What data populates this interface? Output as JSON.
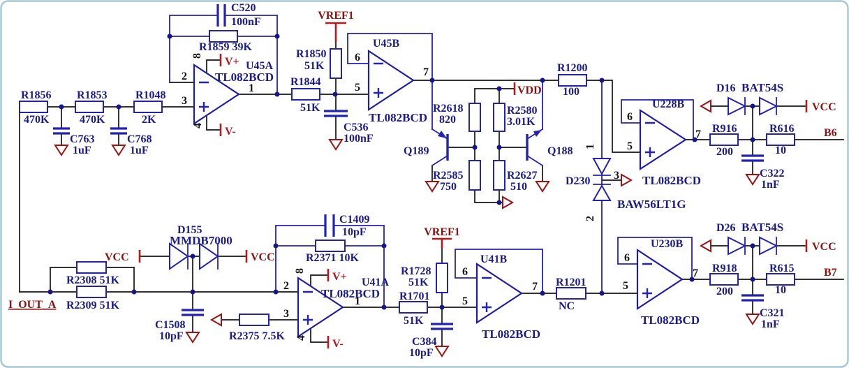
{
  "schematic": {
    "power": {
      "vref1": "VREF1",
      "vcc": "VCC",
      "vdd": "VDD",
      "vplus": "V+",
      "vminus": "V-"
    },
    "nets": {
      "i_out_a": "I_OUT_A",
      "b6": "B6",
      "b7": "B7"
    },
    "resistors": {
      "R1856": {
        "ref": "R1856",
        "val": "470K"
      },
      "R1853": {
        "ref": "R1853",
        "val": "470K"
      },
      "R1048": {
        "ref": "R1048",
        "val": "2K"
      },
      "R1859": {
        "label": "R1859 39K"
      },
      "R1844": {
        "ref": "R1844",
        "val": "51K"
      },
      "R1850": {
        "ref": "R1850",
        "val": "51K"
      },
      "R2618": {
        "ref": "R2618",
        "val": "820"
      },
      "R2580": {
        "ref": "R2580",
        "val": "3.01K"
      },
      "R2585": {
        "ref": "R2585",
        "val": "750"
      },
      "R2627": {
        "ref": "R2627",
        "val": "510"
      },
      "R1200": {
        "ref": "R1200",
        "val": "100"
      },
      "R916": {
        "ref": "R916",
        "val": "200"
      },
      "R616": {
        "ref": "R616",
        "val": "10"
      },
      "R918": {
        "ref": "R918",
        "val": "200"
      },
      "R615": {
        "ref": "R615",
        "val": "10"
      },
      "R1201": {
        "ref": "R1201",
        "val": "NC"
      },
      "R2308": {
        "label": "R2308 51K"
      },
      "R2309": {
        "label": "R2309 51K"
      },
      "R2375": {
        "label": "R2375 7.5K"
      },
      "R2371": {
        "label": "R2371 10K"
      },
      "R1701": {
        "ref": "R1701",
        "val": "51K"
      },
      "R1728": {
        "ref": "R1728",
        "val": "51K"
      }
    },
    "capacitors": {
      "C520": {
        "ref": "C520",
        "val": "100nF"
      },
      "C763": {
        "ref": "C763",
        "val": "1uF"
      },
      "C768": {
        "ref": "C768",
        "val": "1uF"
      },
      "C536": {
        "ref": "C536",
        "val": "100nF"
      },
      "C322": {
        "ref": "C322",
        "val": "1nF"
      },
      "C321": {
        "ref": "C321",
        "val": "1nF"
      },
      "C1508": {
        "ref": "C1508",
        "val": "10pF"
      },
      "C1409": {
        "ref": "C1409",
        "val": "10pF"
      },
      "C384": {
        "ref": "C384",
        "val": "10pF"
      }
    },
    "diodes": {
      "D16": {
        "ref": "D16",
        "part": "BAT54S"
      },
      "D26": {
        "ref": "D26",
        "part": "BAT54S"
      },
      "D155": {
        "ref": "D155",
        "part": "MMDB7000"
      },
      "D230": {
        "ref": "D230",
        "part": "BAW56LT1G",
        "pin1": "1",
        "pin2": "2",
        "pin3": "3"
      }
    },
    "transistors": {
      "Q189": {
        "ref": "Q189"
      },
      "Q188": {
        "ref": "Q188"
      }
    },
    "opamps": {
      "U45A": {
        "ref": "U45A",
        "part": "TL082BCD",
        "pin_inv": "2",
        "pin_nin": "3",
        "pin_out": "1",
        "pin_vp": "8",
        "pin_vm": "4"
      },
      "U45B": {
        "ref": "U45B",
        "part": "TL082BCD",
        "pin_inv": "6",
        "pin_nin": "5",
        "pin_out": "7"
      },
      "U41A": {
        "ref": "U41A",
        "part": "TL082BCD",
        "pin_inv": "2",
        "pin_nin": "3",
        "pin_out": "1",
        "pin_vp": "8",
        "pin_vm": "4"
      },
      "U41B": {
        "ref": "U41B",
        "part": "TL082BCD",
        "pin_inv": "6",
        "pin_nin": "5",
        "pin_out": "7"
      },
      "U228B": {
        "ref": "U228B",
        "part": "TL082BCD",
        "pin_inv": "6",
        "pin_nin": "5",
        "pin_out": "7"
      },
      "U230B": {
        "ref": "U230B",
        "part": "TL082BCD",
        "pin_inv": "6",
        "pin_nin": "5",
        "pin_out": "7"
      }
    },
    "colors": {
      "wire": "#151515",
      "component": "#2323b3",
      "text": "#1b1b8a",
      "net_label": "#8c1212",
      "power_red": "#b51a1a",
      "border": "#a5c8d6"
    }
  }
}
